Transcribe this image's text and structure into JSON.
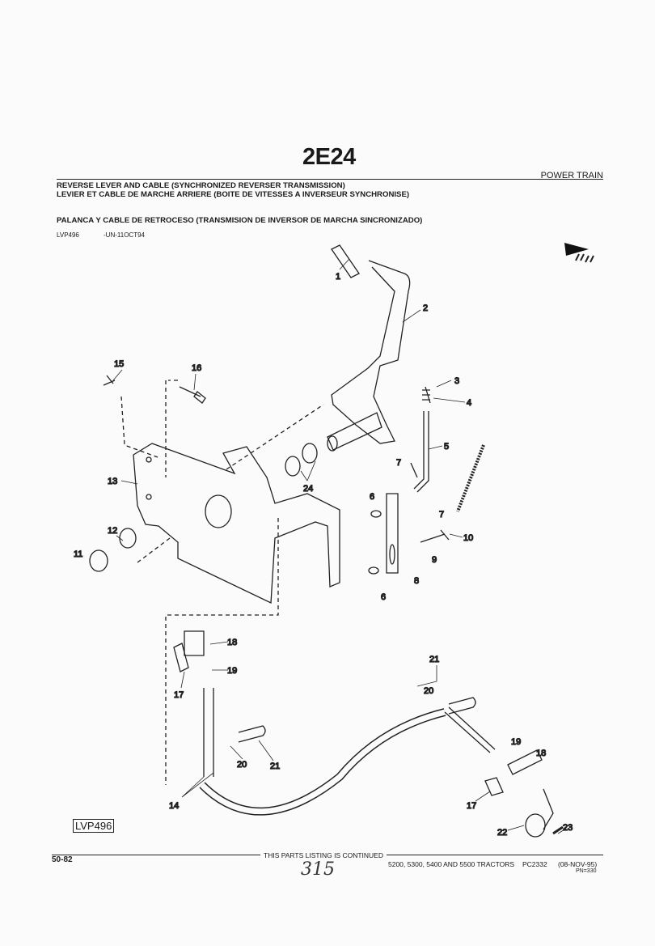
{
  "header": {
    "code": "2E24",
    "section": "POWER TRAIN",
    "title_en": "REVERSE LEVER AND CABLE (SYNCHRONIZED REVERSER TRANSMISSION)",
    "title_fr": "LEVIER ET CABLE DE MARCHE ARRIERE (BOITE DE VITESSES A INVERSEUR SYNCHRONISE)",
    "title_es": "PALANCA Y CABLE DE RETROCESO (TRANSMISION DE INVERSOR DE MARCHA SINCRONIZADO)",
    "illustration_ref": "LVP496",
    "illustration_date": "-UN-11OCT94"
  },
  "diagram": {
    "callouts": [
      "1",
      "2",
      "3",
      "4",
      "5",
      "7",
      "24",
      "15",
      "16",
      "13",
      "12",
      "11",
      "6",
      "7",
      "10",
      "9",
      "8",
      "6",
      "18",
      "19",
      "17",
      "21",
      "20",
      "20",
      "21",
      "14",
      "19",
      "18",
      "17",
      "22",
      "23"
    ],
    "figure_label": "LVP496",
    "direction_icon": "arrow-forward-icon"
  },
  "footer": {
    "page": "50-82",
    "continued": "THIS PARTS LISTING IS CONTINUED",
    "handwritten": "315",
    "models": "5200, 5300, 5400 AND 5500 TRACTORS",
    "catalog": "PC2332",
    "date": "(08-NOV-95)",
    "pn": "PN=330"
  }
}
